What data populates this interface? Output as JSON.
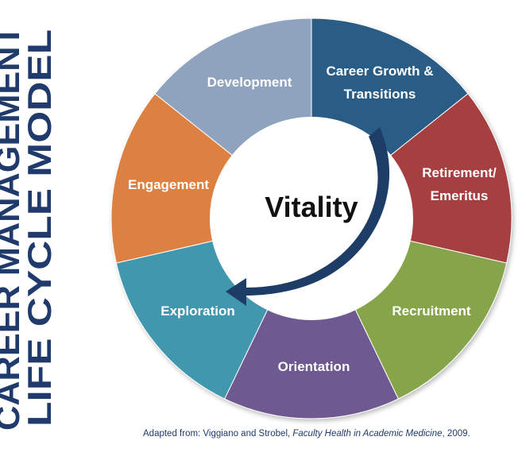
{
  "side_title": {
    "line1": "CAREER MANAGEMENT",
    "line2": "LIFE CYCLE MODEL"
  },
  "center_label": "Vitality",
  "segments": [
    {
      "line1": "Career Growth &",
      "line2": "Transitions",
      "color": "#2a5d86"
    },
    {
      "line1": "Retirement/",
      "line2": "Emeritus",
      "color": "#a6413f"
    },
    {
      "line1": "Recruitment",
      "line2": "",
      "color": "#86a54b"
    },
    {
      "line1": "Orientation",
      "line2": "",
      "color": "#6e5a90"
    },
    {
      "line1": "Exploration",
      "line2": "",
      "color": "#3f97ae"
    },
    {
      "line1": "Engagement",
      "line2": "",
      "color": "#dc8142"
    },
    {
      "line1": "Development",
      "line2": "",
      "color": "#8fa3bf"
    }
  ],
  "arrow_color": "#1e3d66",
  "title_color": "#1f3a6b",
  "citation": {
    "prefix": "Adapted from: Viggiano and Strobel, ",
    "work": "Faculty Health in Academic Medicine",
    "suffix": ", 2009."
  }
}
